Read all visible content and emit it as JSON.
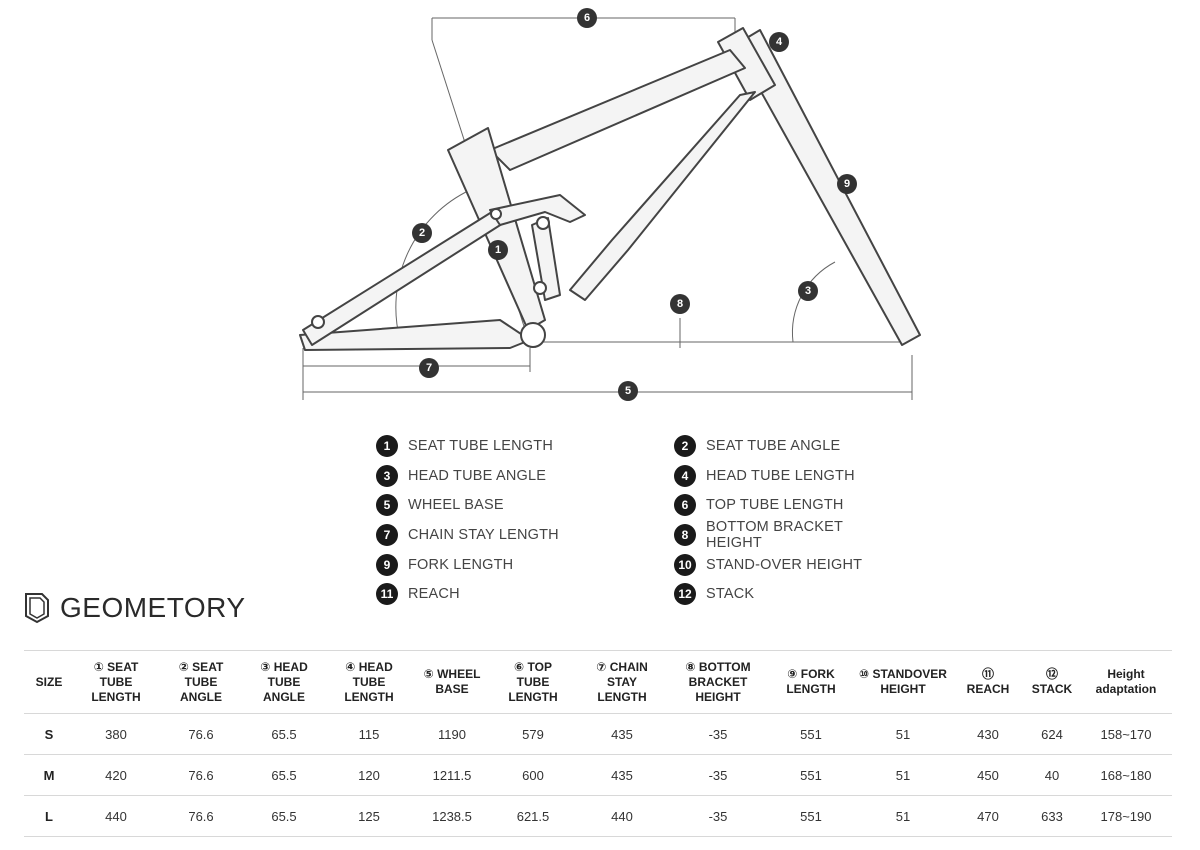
{
  "diagram": {
    "markers": [
      "1",
      "2",
      "3",
      "4",
      "5",
      "6",
      "7",
      "8",
      "9"
    ]
  },
  "legend": [
    {
      "num": "1",
      "label": "SEAT TUBE LENGTH"
    },
    {
      "num": "2",
      "label": "SEAT TUBE ANGLE"
    },
    {
      "num": "3",
      "label": "HEAD TUBE ANGLE"
    },
    {
      "num": "4",
      "label": "HEAD TUBE LENGTH"
    },
    {
      "num": "5",
      "label": "WHEEL BASE"
    },
    {
      "num": "6",
      "label": "TOP TUBE LENGTH"
    },
    {
      "num": "7",
      "label": "CHAIN STAY LENGTH"
    },
    {
      "num": "8",
      "label": "BOTTOM BRACKET HEIGHT"
    },
    {
      "num": "9",
      "label": "FORK LENGTH"
    },
    {
      "num": "10",
      "label": "STAND-OVER HEIGHT"
    },
    {
      "num": "11",
      "label": "REACH"
    },
    {
      "num": "12",
      "label": "STACK"
    }
  ],
  "section": {
    "icon": "shield-icon",
    "title": "GEOMETORY"
  },
  "table": {
    "headers": [
      [
        "SIZE"
      ],
      [
        "① SEAT",
        "TUBE",
        "LENGTH"
      ],
      [
        "② SEAT",
        "TUBE",
        "ANGLE"
      ],
      [
        "③ HEAD",
        "TUBE",
        "ANGLE"
      ],
      [
        "④ HEAD",
        "TUBE",
        "LENGTH"
      ],
      [
        "⑤ WHEEL",
        "BASE"
      ],
      [
        "⑥ TOP",
        "TUBE",
        "LENGTH"
      ],
      [
        "⑦ CHAIN",
        "STAY",
        "LENGTH"
      ],
      [
        "⑧ BOTTOM",
        "BRACKET",
        "HEIGHT"
      ],
      [
        "⑨ FORK",
        "LENGTH"
      ],
      [
        "⑩ STANDOVER",
        "HEIGHT"
      ],
      [
        "⑪",
        "REACH"
      ],
      [
        "⑫",
        "STACK"
      ],
      [
        "Height",
        "adaptation"
      ]
    ],
    "rows": [
      [
        "S",
        "380",
        "76.6",
        "65.5",
        "115",
        "1190",
        "579",
        "435",
        "-35",
        "551",
        "51",
        "430",
        "624",
        "158~170"
      ],
      [
        "M",
        "420",
        "76.6",
        "65.5",
        "120",
        "1211.5",
        "600",
        "435",
        "-35",
        "551",
        "51",
        "450",
        "40",
        "168~180"
      ],
      [
        "L",
        "440",
        "76.6",
        "65.5",
        "125",
        "1238.5",
        "621.5",
        "440",
        "-35",
        "551",
        "51",
        "470",
        "633",
        "178~190"
      ]
    ]
  }
}
